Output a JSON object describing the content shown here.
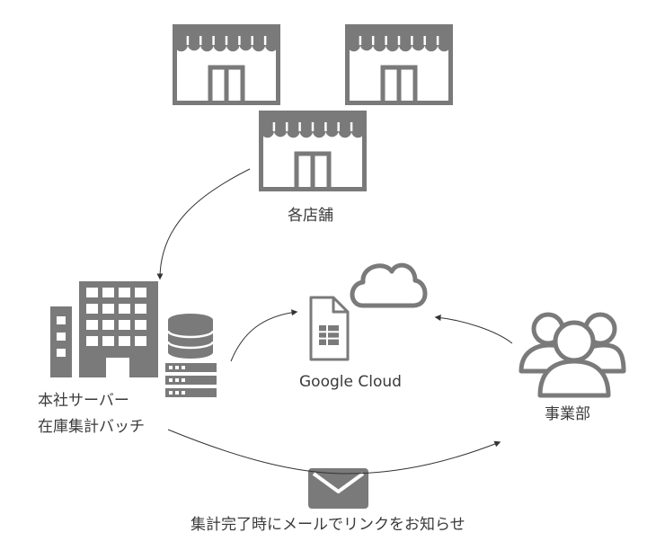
{
  "labels": {
    "stores": "各店舗",
    "server_line1": "本社サーバー",
    "server_line2": "在庫集計バッチ",
    "cloud": "Google Cloud",
    "department": "事業部",
    "notification": "集計完了時にメールでリンクをお知らせ"
  },
  "icons": [
    "store-icon",
    "office-building-icon",
    "database-server-icon",
    "cloud-icon",
    "spreadsheet-icon",
    "people-group-icon",
    "mail-icon"
  ],
  "colors": {
    "icon": "#7a7a7a",
    "arrow": "#333333",
    "text": "#3a3a3a"
  }
}
